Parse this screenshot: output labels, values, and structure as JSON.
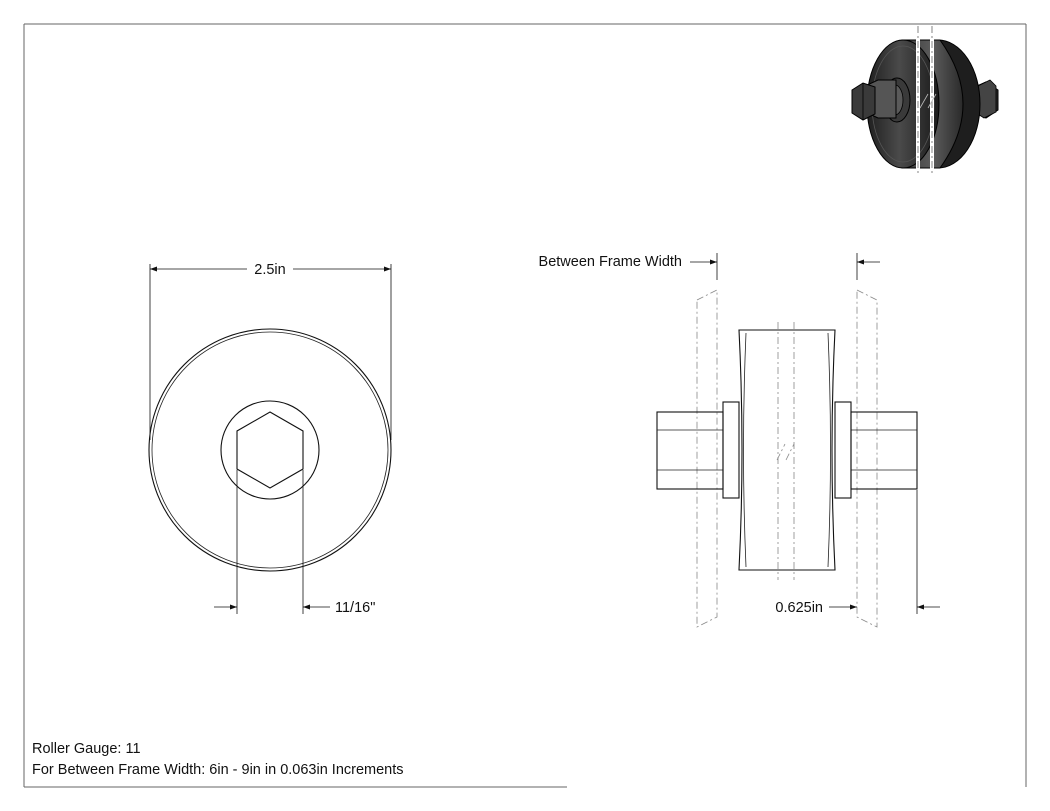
{
  "dimensions": {
    "diameter": "2.5in",
    "hex_size": "11/16\"",
    "between_frame_width": "Between Frame Width",
    "frame_thickness": "0.625in"
  },
  "notes": {
    "line1": "Roller Gauge: 11",
    "line2": "For Between Frame Width: 6in - 9in in 0.063in Increments"
  },
  "colors": {
    "line": "#111111",
    "frame_dash": "#888888",
    "border": "#555555",
    "render_dark": "#2e2e2e",
    "render_mid": "#6a6a6a"
  }
}
